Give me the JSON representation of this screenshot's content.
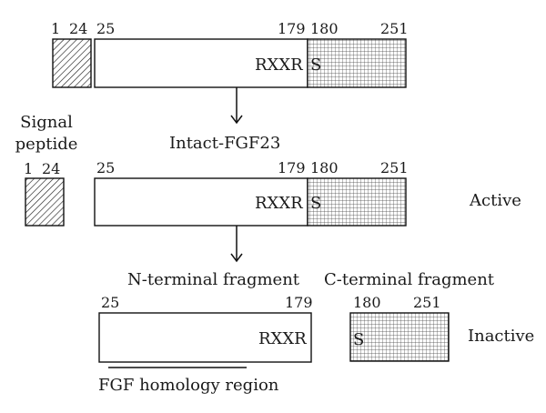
{
  "diagram": {
    "top_row": {
      "signal_start": "1",
      "signal_end": "24",
      "mid_start": "25",
      "mid_end": "179",
      "c_start": "180",
      "c_end": "251",
      "motif": "RXXR",
      "s_mark": "S"
    },
    "arrow_label": "Intact-FGF23",
    "signal_peptide": {
      "label_line1": "Signal",
      "label_line2": "peptide",
      "start": "1",
      "end": "24"
    },
    "intact_row": {
      "mid_start": "25",
      "mid_end": "179",
      "c_start": "180",
      "c_end": "251",
      "motif": "RXXR",
      "s_mark": "S",
      "status": "Active"
    },
    "n_terminal": {
      "title": "N-terminal fragment",
      "start": "25",
      "end": "179",
      "motif": "RXXR",
      "region_label": "FGF homology region"
    },
    "c_terminal": {
      "title": "C-terminal fragment",
      "start": "180",
      "end": "251",
      "s_mark": "S",
      "status": "Inactive"
    }
  }
}
